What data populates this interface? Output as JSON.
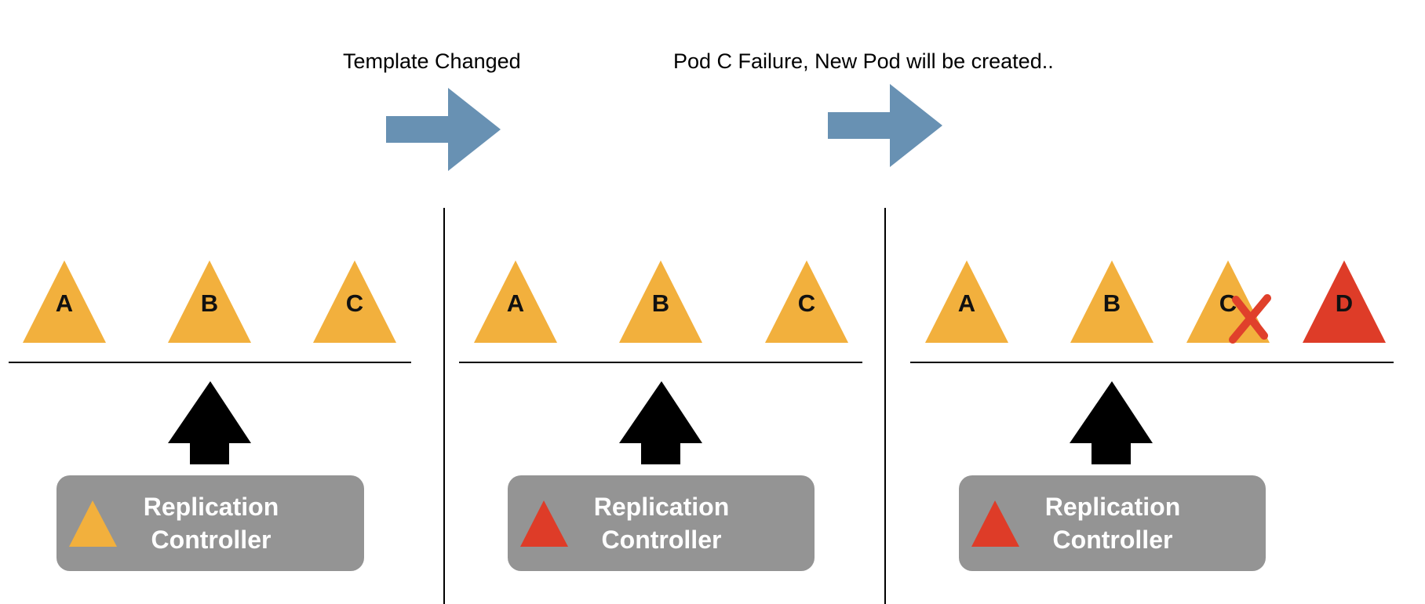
{
  "captions": {
    "template_changed": "Template Changed",
    "pod_failure": "Pod C Failure, New Pod will be created.."
  },
  "colors": {
    "pod_orange": "#f2b03d",
    "pod_red": "#de3c28",
    "arrow_blue": "#6891b3",
    "controller_gray": "#949494",
    "fail_mark": "#e0402b"
  },
  "icons": {
    "transition_arrow": "right-arrow-icon",
    "controller_arrow": "up-arrow-icon",
    "pod": "triangle-icon",
    "failure_mark": "cross-icon"
  },
  "panels": [
    {
      "pods": [
        {
          "label": "A",
          "color": "#f2b03d",
          "failed": false
        },
        {
          "label": "B",
          "color": "#f2b03d",
          "failed": false
        },
        {
          "label": "C",
          "color": "#f2b03d",
          "failed": false
        }
      ],
      "controller": {
        "line1": "Replication",
        "line2": "Controller",
        "template_color": "#f2b03d"
      }
    },
    {
      "pods": [
        {
          "label": "A",
          "color": "#f2b03d",
          "failed": false
        },
        {
          "label": "B",
          "color": "#f2b03d",
          "failed": false
        },
        {
          "label": "C",
          "color": "#f2b03d",
          "failed": false
        }
      ],
      "controller": {
        "line1": "Replication",
        "line2": "Controller",
        "template_color": "#de3c28"
      }
    },
    {
      "pods": [
        {
          "label": "A",
          "color": "#f2b03d",
          "failed": false
        },
        {
          "label": "B",
          "color": "#f2b03d",
          "failed": false
        },
        {
          "label": "C",
          "color": "#f2b03d",
          "failed": true
        },
        {
          "label": "D",
          "color": "#de3c28",
          "failed": false
        }
      ],
      "controller": {
        "line1": "Replication",
        "line2": "Controller",
        "template_color": "#de3c28"
      }
    }
  ]
}
